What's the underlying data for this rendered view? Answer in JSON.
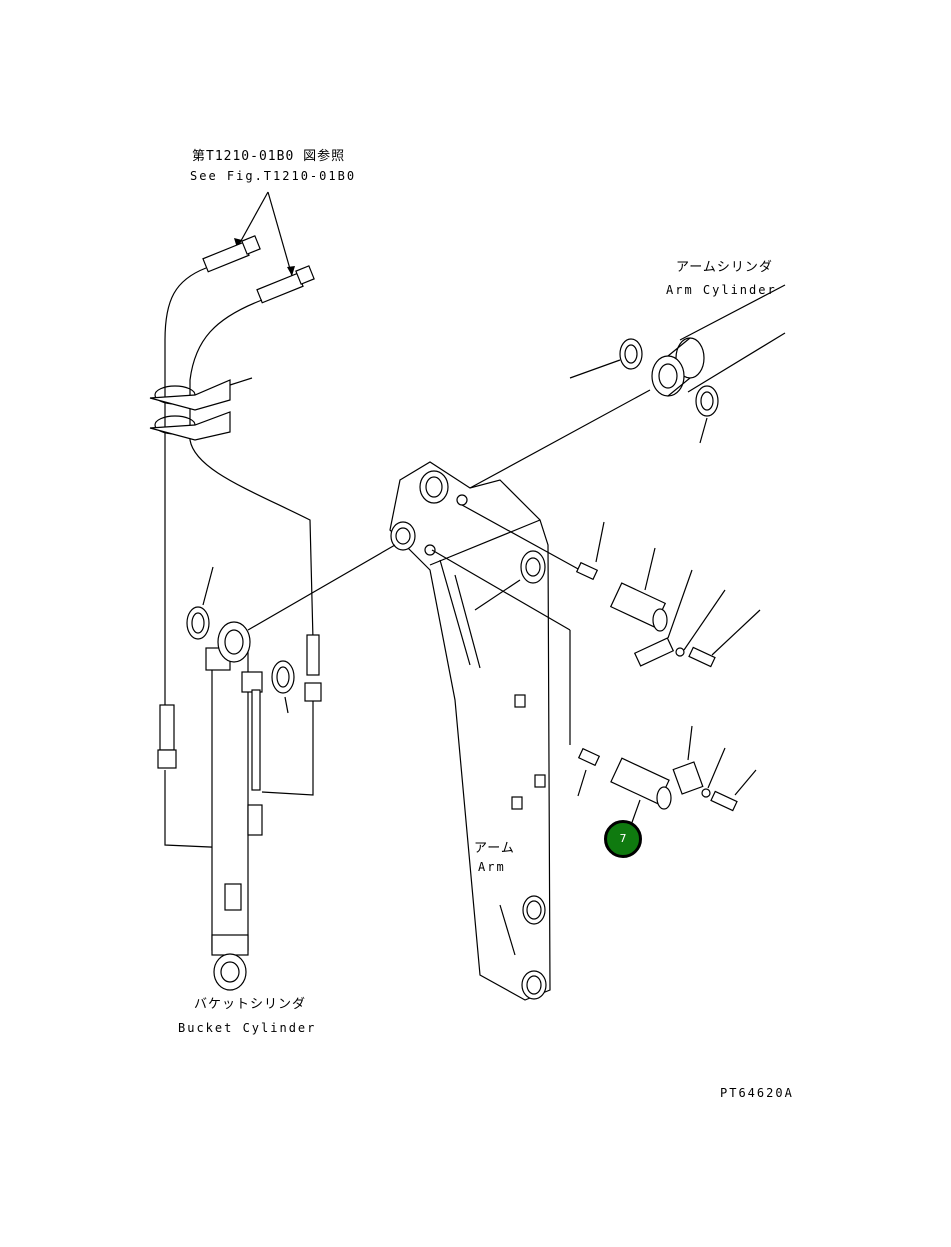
{
  "diagram": {
    "ref_jp": "第T1210-01B0 図参照",
    "ref_en": "See Fig.T1210-01B0",
    "arm_cylinder_jp": "アームシリンダ",
    "arm_cylinder_en": "Arm Cylinder",
    "arm_jp": "アーム",
    "arm_en": "Arm",
    "bucket_cylinder_jp": "バケットシリンダ",
    "bucket_cylinder_en": "Bucket Cylinder",
    "drawing_code": "PT64620A",
    "callout_number": "7"
  }
}
